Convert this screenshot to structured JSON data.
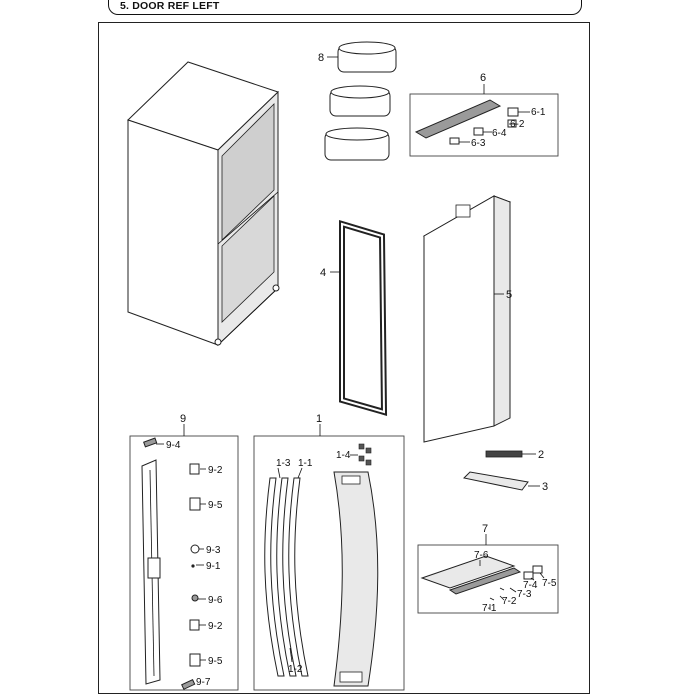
{
  "header": {
    "title": "5. DOOR REF LEFT"
  },
  "callouts": {
    "c1": "1",
    "c1_1": "1-1",
    "c1_2": "1-2",
    "c1_3": "1-3",
    "c1_4": "1-4",
    "c2": "2",
    "c3": "3",
    "c4": "4",
    "c5": "5",
    "c6": "6",
    "c6_1": "6-1",
    "c6_2": "6-2",
    "c6_3": "6-3",
    "c6_4": "6-4",
    "c7": "7",
    "c7_1": "7-1",
    "c7_2": "7-2",
    "c7_3": "7-3",
    "c7_4": "7-4",
    "c7_5": "7-5",
    "c7_6": "7-6",
    "c8": "8",
    "c9": "9",
    "c9_1": "9-1",
    "c9_2a": "9-2",
    "c9_2b": "9-2",
    "c9_3": "9-3",
    "c9_4": "9-4",
    "c9_5a": "9-5",
    "c9_5b": "9-5",
    "c9_6": "9-6",
    "c9_7": "9-7"
  }
}
